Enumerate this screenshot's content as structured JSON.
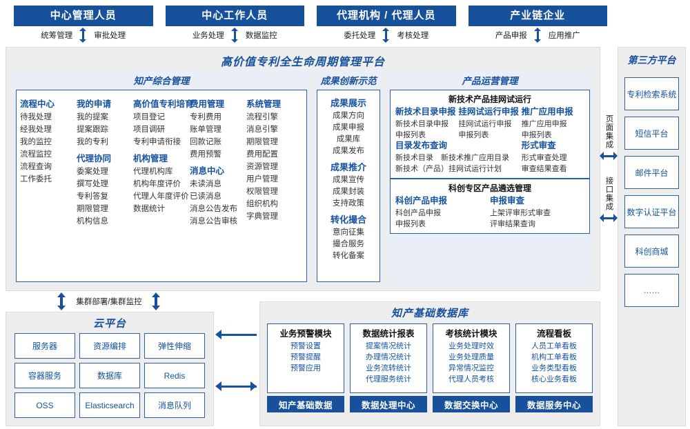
{
  "actors": [
    {
      "title": "中心管理人员",
      "left": "统筹管理",
      "right": "审批处理",
      "arrow_icon": "double-vertical-arrow"
    },
    {
      "title": "中心工作人员",
      "left": "业务处理",
      "right": "数据监控",
      "arrow_icon": "double-vertical-arrow"
    },
    {
      "title": "代理机构 / 代理人员",
      "left": "委托处理",
      "right": "考核处理",
      "arrow_icon": "double-vertical-arrow"
    },
    {
      "title": "产业链企业",
      "left": "产品申报",
      "right": "应用推广",
      "arrow_icon": "double-vertical-arrow"
    }
  ],
  "platform": {
    "title": "高价值专利全生命周期管理平台",
    "ip_management": {
      "title": "知产综合管理",
      "columns": [
        {
          "sections": [
            {
              "head": "流程中心",
              "items": [
                "待我处理",
                "经我处理",
                "我的监控",
                "流程监控",
                "流程查询",
                "工作委托"
              ]
            }
          ]
        },
        {
          "sections": [
            {
              "head": "我的申请",
              "items": [
                "我的提案",
                "提案跟踪",
                "我的专利"
              ]
            },
            {
              "head": "代理协同",
              "items": [
                "委案处理",
                "撰写处理",
                "专利答复",
                "期限管理",
                "机构信息"
              ]
            }
          ]
        },
        {
          "sections": [
            {
              "head": "高价值专利培育",
              "items": [
                "项目登记",
                "项目调研",
                "专利申请衔接"
              ]
            },
            {
              "head": "机构管理",
              "items": [
                "代理机构库",
                "机构年度评价",
                "代理人年度评价",
                "数据统计"
              ]
            }
          ]
        },
        {
          "sections": [
            {
              "head": "费用管理",
              "items": [
                "专利费用",
                "账单管理",
                "回款记账",
                "费用预警"
              ]
            },
            {
              "head": "消息中心",
              "items": [
                "未读消息",
                "已读消息",
                "消息公告发布",
                "消息公告审核"
              ]
            }
          ]
        },
        {
          "sections": [
            {
              "head": "系统管理",
              "items": [
                "流程引擎",
                "消息引擎",
                "期限管理",
                "费用配置",
                "资源管理",
                "用户管理",
                "权限管理",
                "组织机构",
                "字典管理"
              ]
            }
          ]
        }
      ]
    },
    "achievement": {
      "title": "成果创新示范",
      "sections": [
        {
          "head": "成果展示",
          "items": [
            "成果方向",
            "成果申报",
            "成果库",
            "成果发布"
          ]
        },
        {
          "head": "成果推介",
          "items": [
            "成果宣传",
            "成果封装",
            "支持政策"
          ]
        },
        {
          "head": "转化撮合",
          "items": [
            "意向征集",
            "撮合服务",
            "转化备案"
          ]
        }
      ]
    },
    "product_ops": {
      "title": "产品运营管理",
      "sub_blocks": [
        {
          "title": "新技术产品挂网试运行",
          "rows": [
            {
              "cols": [
                {
                  "head": "新技术目录申报",
                  "items": [
                    "新技术目录申报",
                    "申报列表"
                  ],
                  "span": 1
                },
                {
                  "head": "挂网试运行申报",
                  "items": [
                    "挂网试运行申报",
                    "申报列表"
                  ],
                  "span": 1
                },
                {
                  "head": "推广应用申报",
                  "items": [
                    "推广应用申报",
                    "申报列表"
                  ],
                  "span": 1
                }
              ]
            },
            {
              "cols": [
                {
                  "head": "目录发布查询",
                  "items": [
                    "新技术目录　新技术推广应用目录",
                    "新技术（产品）挂网试运行计划"
                  ],
                  "span": 2
                },
                {
                  "head": "形式审查",
                  "items": [
                    "形式审查处理",
                    "审查结果查看"
                  ],
                  "span": 1
                }
              ]
            }
          ]
        },
        {
          "title": "科创专区产品遴选管理",
          "rows": [
            {
              "cols": [
                {
                  "head": "科创产品申报",
                  "items": [
                    "科创产品申报",
                    "申报列表"
                  ],
                  "span": 1
                },
                {
                  "head": "申报审查",
                  "items": [
                    "上架评审形式审查",
                    "评审结果查询"
                  ],
                  "span": 1
                }
              ]
            }
          ]
        }
      ]
    }
  },
  "integration": [
    {
      "label": "页面集成",
      "arrow_icon": "double-horizontal-arrow"
    },
    {
      "label": "接口集成",
      "arrow_icon": "double-horizontal-arrow"
    }
  ],
  "third_party": {
    "title": "第三方平台",
    "items": [
      "专利检索系统",
      "短信平台",
      "邮件平台",
      "数字认证平台",
      "科创商城",
      "……"
    ]
  },
  "cloud": {
    "connector_label": "集群部署/集群监控",
    "title": "云平台",
    "cells": [
      "服务器",
      "资源编排",
      "弹性伸缩",
      "容器服务",
      "数据库",
      "Redis",
      "OSS",
      "Elasticsearch",
      "消息队列"
    ]
  },
  "mid_arrows": [
    {
      "name": "db-to-cloud-arrow",
      "direction": "left"
    },
    {
      "name": "cloud-db-bidirectional-arrow",
      "direction": "both"
    }
  ],
  "database": {
    "title": "知产基础数据库",
    "columns": [
      {
        "head": "业务预警模块",
        "items": [
          "预警设置",
          "预警提醒",
          "预警应用"
        ],
        "footer": "知产基础数据"
      },
      {
        "head": "数据统计报表",
        "items": [
          "提案情况统计",
          "办理情况统计",
          "业务流转统计",
          "代理服务统计"
        ],
        "footer": "数据处理中心"
      },
      {
        "head": "考核统计模块",
        "items": [
          "业务处理时效",
          "业务处理质量",
          "异常情况监控",
          "代理人员考核"
        ],
        "footer": "数据交换中心"
      },
      {
        "head": "流程看板",
        "items": [
          "人员工单看板",
          "机构工单看板",
          "业务类型看板",
          "核心业务看板"
        ],
        "footer": "数据服务中心"
      }
    ]
  },
  "colors": {
    "brand_blue": "#17519c",
    "text_blue": "#1552a0",
    "panel_bg": "#eeeeee",
    "group_bg": "#eaeef7",
    "border_blue": "#2a5fa8"
  }
}
